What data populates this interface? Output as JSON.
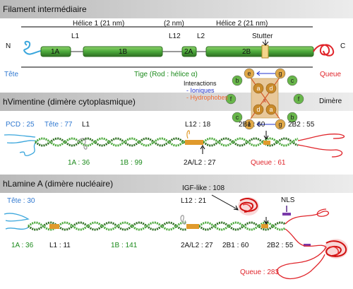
{
  "sections": {
    "filament": "Filament intermédiaire",
    "vimentin": "hVimentine (dimère cytoplasmique)",
    "lamin": "hLamine A (dimère nucléaire)"
  },
  "filament": {
    "helix1": "Hélice 1 (21 nm)",
    "gap": "(2  nm)",
    "helix2": "Hélice 2 (21 nm)",
    "L1": "L1",
    "L12": "L12",
    "L2": "L2",
    "stutter": "Stutter",
    "N": "N",
    "C": "C",
    "seg_1A": "1A",
    "seg_1B": "1B",
    "seg_2A": "2A",
    "seg_2B": "2B",
    "tete": "Tête",
    "tige": "Tige (Rod : hélice α)",
    "queue": "Queue",
    "dimere": "Dimère"
  },
  "interactions": {
    "title": "Interactions",
    "ionic": "- Ioniques",
    "hydrophobic": "- Hydrophobes",
    "inner": [
      "a",
      "d",
      "d",
      "a"
    ],
    "ring": [
      "e",
      "g",
      "e",
      "g",
      "b",
      "c",
      "f",
      "f",
      "c",
      "b"
    ],
    "x_mark": "x"
  },
  "vimentin": {
    "pcd": "PCD : 25",
    "tete": "Tête : 77",
    "L1": "L1",
    "L12": "L12 : 18",
    "2B1": "2B1 : 60",
    "2B2": "2B2 : 55",
    "1A": "1A : 36",
    "1B": "1B : 99",
    "2AL2": "2A/L2 : 27",
    "queue": "Queue : 61"
  },
  "lamin": {
    "igf": "IGF-like : 108",
    "tete": "Tête : 30",
    "L12": "L12 : 21",
    "NLS": "NLS",
    "1A": "1A : 36",
    "L1": "L1 : 11",
    "1B": "1B : 141",
    "2AL2": "2A/L2 : 27",
    "2B1": "2B1 : 60",
    "2B2": "2B2 : 55",
    "queue": "Queue : 283"
  },
  "colors": {
    "rod": "#4aa83a",
    "rod_dark": "#2e6e22",
    "head": "#3aa6dc",
    "tail": "#e0242a",
    "linker": "#e09a2c",
    "stutter": "#f3d58a",
    "band": "#cfcfcf"
  }
}
